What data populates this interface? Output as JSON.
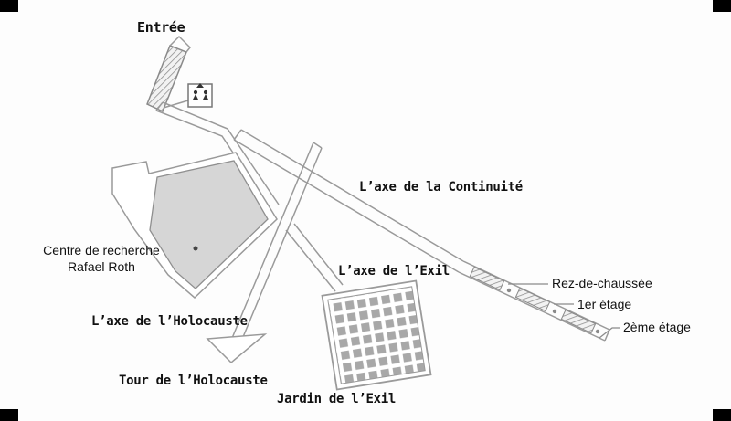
{
  "map": {
    "labels": {
      "entrance": "Entrée",
      "continuity_axis": "L’axe de la Continuité",
      "research_center": {
        "line1": "Centre de recherche",
        "line2": "Rafael Roth"
      },
      "exile_axis": "L’axe de l’Exil",
      "holocaust_axis": "L’axe de l’Holocauste",
      "holocaust_tower": "Tour de l’Holocauste",
      "exile_garden": "Jardin de l’Exil",
      "floors": {
        "ground": "Rez-de-chaussée",
        "first": "1er étage",
        "second": "2ème étage"
      }
    },
    "icons": {
      "elevator": "elevator-icon"
    },
    "colors": {
      "outline": "#9a9a9a",
      "outline_dark": "#8a8a8a",
      "fill_light": "#d6d6d6",
      "grid_square": "#a8a8a8",
      "corner_mark": "#000000",
      "text": "#111111"
    }
  }
}
